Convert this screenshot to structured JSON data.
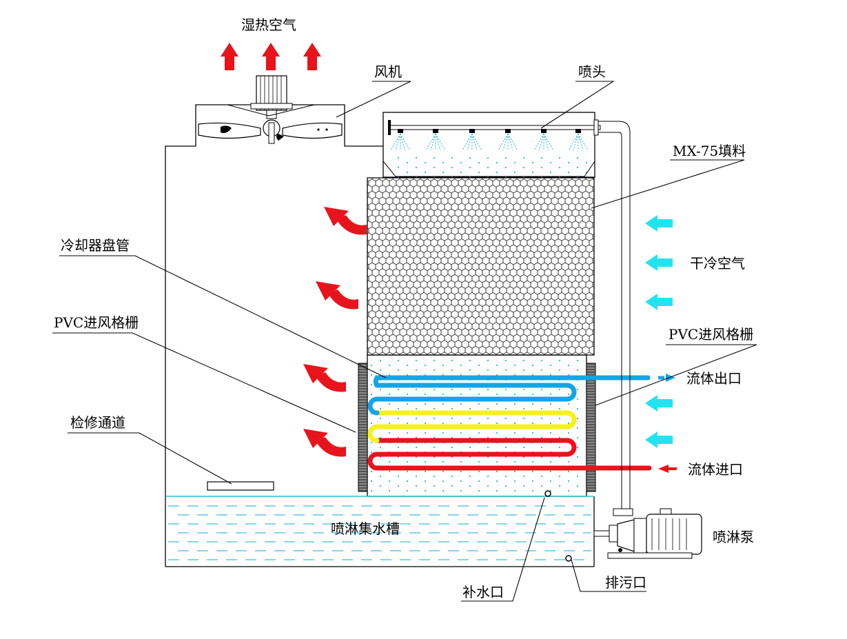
{
  "labels": {
    "hot_air": "湿热空气",
    "fan": "风机",
    "nozzle": "喷头",
    "fill": "MX-75填料",
    "coil": "冷却器盘管",
    "dry_air": "干冷空气",
    "grille_left": "PVC进风格栅",
    "grille_right": "PVC进风格栅",
    "fluid_out": "流体出口",
    "fluid_in": "流体进口",
    "access": "检修通道",
    "basin": "喷淋集水槽",
    "pump": "喷淋泵",
    "makeup": "补水口",
    "drain": "排污口"
  },
  "colors": {
    "hot_arrow": "#e8141c",
    "cool_arrow": "#22e4f0",
    "coil_blue": "#17a4e6",
    "coil_yellow": "#f5f21a",
    "coil_red": "#e8141c",
    "water_dash": "#36b9dc",
    "spray_dot": "#2ab0e0"
  }
}
